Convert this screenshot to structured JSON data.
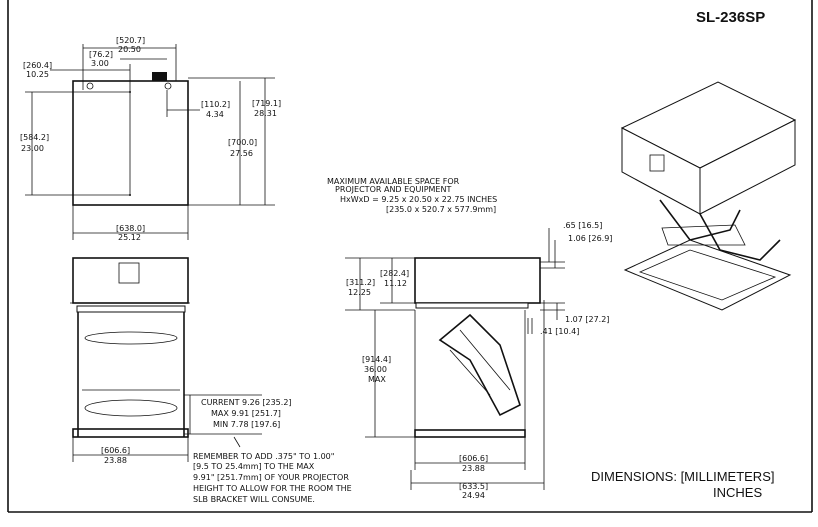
{
  "title": "SL-236SP",
  "top_view": {
    "width_overall": [
      "[520.7]",
      "20.50"
    ],
    "offset_a": [
      "[76.2]",
      "3.00"
    ],
    "offset_b": [
      "[260.4]",
      "10.25"
    ],
    "offset_c": [
      "[110.2]",
      "4.34"
    ],
    "height_overall": [
      "[719.1]",
      "28.31"
    ],
    "height_body": [
      "[700.0]",
      "27.56"
    ],
    "depth_holes": [
      "[584.2]",
      "23.00"
    ],
    "width_body": [
      "[638.0]",
      "25.12"
    ]
  },
  "front_view": {
    "width_bottom": [
      "[606.6]",
      "23.88"
    ],
    "height_current": "CURRENT  9.26  [235.2]",
    "height_max": "MAX 9.91   [251.7]",
    "height_min": "MIN 7.78  [197.6]",
    "note": [
      "REMEMBER TO ADD .375\" TO 1.00\"",
      "[9.5 TO 25.4mm] TO THE MAX",
      "9.91\" [251.7mm] OF YOUR PROJECTOR",
      "HEIGHT TO ALLOW FOR THE ROOM THE",
      "SLB BRACKET WILL CONSUME."
    ]
  },
  "side_view": {
    "max_space": [
      "MAXIMUM AVAILABLE SPACE FOR",
      "PROJECTOR AND EQUIPMENT",
      "HxWxD = 9.25 x 20.50 x 22.75 INCHES",
      "[235.0 x 520.7 x 577.9mm]"
    ],
    "gap_top": ".65  [16.5]",
    "gap_top2": "1.06  [26.9]",
    "body_outer": [
      "[311.2]",
      "12.25"
    ],
    "body_inner": [
      "[282.4]",
      "11.12"
    ],
    "gap_bottom": "1.07  [27.2]",
    "gap_side": ".41  [10.4]",
    "drop": [
      "[914.4]",
      "36.00",
      "MAX"
    ],
    "width_plate": [
      "[606.6]",
      "23.88"
    ],
    "width_overall": [
      "[633.5]",
      "24.94"
    ]
  },
  "units_legend": [
    "DIMENSIONS:  [MILLIMETERS]",
    "INCHES"
  ]
}
